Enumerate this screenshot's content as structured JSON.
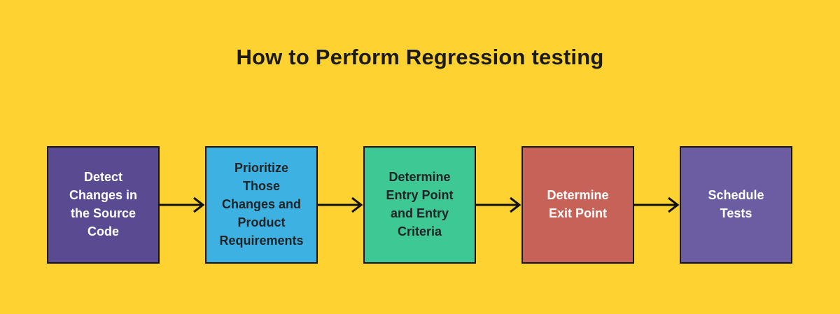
{
  "page": {
    "background_color": "#FDD231",
    "border_color": "#141414",
    "arrow_color": "#111111",
    "title_color": "#1B1B1B"
  },
  "title": "How to Perform Regression testing",
  "flow": {
    "steps": [
      {
        "name": "detect-changes",
        "lines": [
          "Detect",
          "Changes in",
          "the Source",
          "Code"
        ],
        "bg": "#594A92",
        "text_color": "#FFFFFF"
      },
      {
        "name": "prioritize-changes",
        "lines": [
          "Prioritize",
          "Those",
          "Changes and",
          "Product",
          "Requirements"
        ],
        "bg": "#3DB2E2",
        "text_color": "#212427"
      },
      {
        "name": "determine-entry-point",
        "lines": [
          "Determine",
          "Entry Point",
          "and Entry",
          "Criteria"
        ],
        "bg": "#3DC894",
        "text_color": "#212427"
      },
      {
        "name": "determine-exit-point",
        "lines": [
          "Determine",
          "Exit Point"
        ],
        "bg": "#C76258",
        "text_color": "#FFFFFF"
      },
      {
        "name": "schedule-tests",
        "lines": [
          "Schedule",
          "Tests"
        ],
        "bg": "#6C5CA1",
        "text_color": "#FFFFFF"
      }
    ]
  }
}
